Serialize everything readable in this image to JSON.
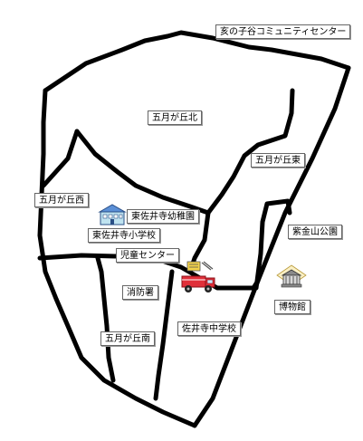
{
  "map": {
    "labels": {
      "community_center": "亥の子谷コミュニティセンター",
      "satsukigaoka_kita": "五月が丘北",
      "satsukigaoka_higashi": "五月が丘東",
      "satsukigaoka_nishi": "五月が丘西",
      "higashi_saiji_kindergarten": "東佐井寺幼稚園",
      "higashi_saiji_elementary": "東佐井寺小学校",
      "shikinzan_park": "紫金山公園",
      "children_center": "児童センター",
      "fire_station": "消防署",
      "museum": "博物館",
      "saiji_junior_high": "佐井寺中学校",
      "satsukigaoka_minami": "五月が丘南"
    },
    "icons": {
      "school": "school-building-icon",
      "fire_truck": "fire-truck-icon",
      "museum": "museum-building-icon"
    },
    "colors": {
      "roads": "#000000",
      "school_roof": "#5b8fd6",
      "fire_truck": "#e0303a",
      "museum_accent": "#e8c060"
    }
  }
}
